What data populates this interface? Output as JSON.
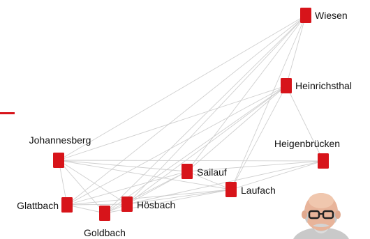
{
  "network": {
    "nodes": [
      {
        "id": "wiesen",
        "label": "Wiesen"
      },
      {
        "id": "heinrichsthal",
        "label": "Heinrichsthal"
      },
      {
        "id": "johannesberg",
        "label": "Johannesberg"
      },
      {
        "id": "heigenbruecken",
        "label": "Heigenbrücken"
      },
      {
        "id": "sailauf",
        "label": "Sailauf"
      },
      {
        "id": "laufach",
        "label": "Laufach"
      },
      {
        "id": "glattbach",
        "label": "Glattbach"
      },
      {
        "id": "goldbach",
        "label": "Goldbach"
      },
      {
        "id": "hoesbach",
        "label": "Hösbach"
      }
    ],
    "edges": [
      [
        "wiesen",
        "heinrichsthal"
      ],
      [
        "wiesen",
        "johannesberg"
      ],
      [
        "wiesen",
        "sailauf"
      ],
      [
        "wiesen",
        "laufach"
      ],
      [
        "wiesen",
        "glattbach"
      ],
      [
        "wiesen",
        "goldbach"
      ],
      [
        "wiesen",
        "hoesbach"
      ],
      [
        "heinrichsthal",
        "heigenbruecken"
      ],
      [
        "heinrichsthal",
        "johannesberg"
      ],
      [
        "heinrichsthal",
        "sailauf"
      ],
      [
        "heinrichsthal",
        "laufach"
      ],
      [
        "heinrichsthal",
        "glattbach"
      ],
      [
        "heinrichsthal",
        "goldbach"
      ],
      [
        "heinrichsthal",
        "hoesbach"
      ],
      [
        "johannesberg",
        "heigenbruecken"
      ],
      [
        "johannesberg",
        "sailauf"
      ],
      [
        "johannesberg",
        "laufach"
      ],
      [
        "johannesberg",
        "glattbach"
      ],
      [
        "johannesberg",
        "goldbach"
      ],
      [
        "johannesberg",
        "hoesbach"
      ],
      [
        "heigenbruecken",
        "sailauf"
      ],
      [
        "heigenbruecken",
        "laufach"
      ],
      [
        "heigenbruecken",
        "hoesbach"
      ],
      [
        "sailauf",
        "laufach"
      ],
      [
        "sailauf",
        "glattbach"
      ],
      [
        "sailauf",
        "goldbach"
      ],
      [
        "sailauf",
        "hoesbach"
      ],
      [
        "laufach",
        "glattbach"
      ],
      [
        "laufach",
        "goldbach"
      ],
      [
        "laufach",
        "hoesbach"
      ],
      [
        "glattbach",
        "goldbach"
      ],
      [
        "glattbach",
        "hoesbach"
      ],
      [
        "goldbach",
        "hoesbach"
      ]
    ]
  },
  "colors": {
    "node": "#d7141a",
    "edge": "#cfcfcf",
    "accent": "#d7141a",
    "label": "#111111"
  },
  "images": {
    "portrait": "portrait-photo"
  }
}
